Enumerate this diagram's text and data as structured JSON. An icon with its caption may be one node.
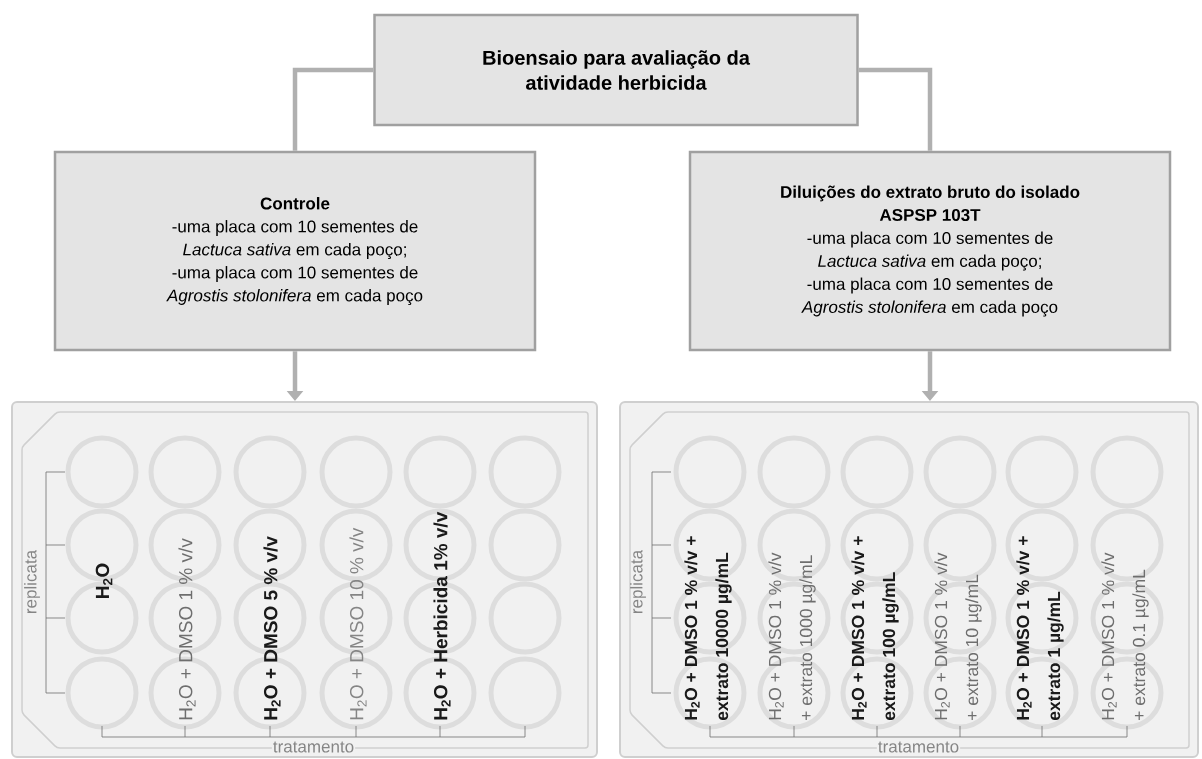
{
  "diagram": {
    "nodes": [
      {
        "text": [
          "Bioensaio para avaliação da atividade herbicida"
        ]
      },
      {
        "text": [
          "Controle",
          "-uma placa com 10 sementes de *Lactuca sativa* em cada poço;",
          "-uma placa com 10 sementes de *Agrostis stolonifera* em cada poço"
        ]
      },
      {
        "text": [
          "Diluições do extrato bruto do isolado ASPSP 103T",
          "-uma placa com 10 sementes de *Lactuca sativa* em cada poço;",
          "-uma placa com 10 sementes de *Agrostis stolonifera* em cada poço"
        ]
      },
      {
        "text": [
          "replicata",
          "H$_{2}$O",
          "H$_{2}$O + DMSO 1 % v/v",
          "H$_{2}$O + DMSO 5 % v/v",
          "H$_{2}$O + DMSO 10 % v/v",
          "H$_{2}$O + Herbicida 1% v/v",
          "tratamento"
        ]
      },
      {
        "text": [
          "replicata",
          "H$_{2}$O + DMSO 1 % v/v + extrato 10000 µg/mL",
          "H$_{2}$O + DMSO 1 % v/v + extrato 1000 µg/mL",
          "H$_{2}$O + DMSO 1 % v/v + extrato 100 µg/mL",
          "H$_{2}$O + DMSO 1 % v/v + extrato 10 µg/mL",
          "H$_{2}$O + DMSO 1 % v/v + extrato 1 µg/mL",
          "H$_{2}$O + DMSO 1 % v/v + extrato 0.1 µg/mL",
          "tratamento"
        ]
      }
    ],
    "edges": [
      {
        "from": 0,
        "to": 1,
        "arrow": "none"
      },
      {
        "from": 0,
        "to": 2,
        "arrow": "none"
      },
      {
        "from": 1,
        "to": 3,
        "arrow": "to"
      },
      {
        "from": 2,
        "to": 4,
        "arrow": "to"
      }
    ]
  }
}
